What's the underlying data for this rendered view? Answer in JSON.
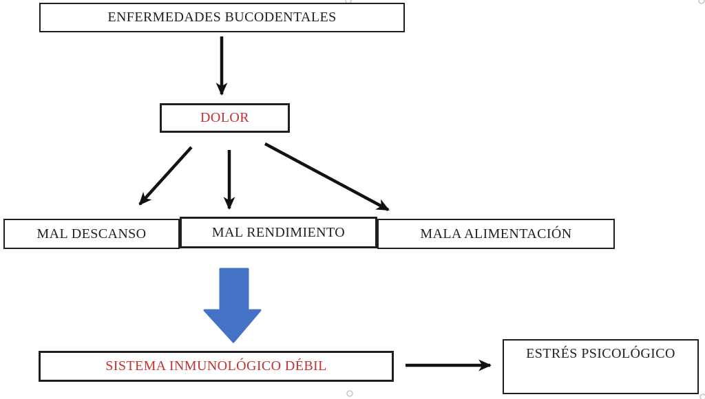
{
  "diagram": {
    "nodes": {
      "enfermedades": {
        "label": "ENFERMEDADES BUCODENTALES"
      },
      "dolor": {
        "label": "DOLOR"
      },
      "mal_descanso": {
        "label": "MAL DESCANSO"
      },
      "mal_rendimiento": {
        "label": "MAL RENDIMIENTO"
      },
      "mala_alimentacion": {
        "label": "MALA ALIMENTACIÓN"
      },
      "sistema_inmunologico": {
        "label": "SISTEMA INMUNOLÓGICO DÉBIL"
      },
      "estres_psicologico": {
        "label": "ESTRÉS PSICOLÓGICO"
      }
    },
    "edges": [
      {
        "from": "enfermedades",
        "to": "dolor",
        "style": "thin-black"
      },
      {
        "from": "dolor",
        "to": "mal_descanso",
        "style": "thin-black"
      },
      {
        "from": "dolor",
        "to": "mal_rendimiento",
        "style": "thin-black"
      },
      {
        "from": "dolor",
        "to": "mala_alimentacion",
        "style": "thin-black"
      },
      {
        "from": "mal_rendimiento",
        "to": "sistema_inmunologico",
        "style": "block-blue"
      },
      {
        "from": "sistema_inmunologico",
        "to": "estres_psicologico",
        "style": "thin-black"
      }
    ],
    "colors": {
      "background": "#ffffff",
      "box_border": "#1f1f1f",
      "black_text": "#1f1f1f",
      "red_text": "#c53030",
      "arrow_black": "#111111",
      "arrow_blue": "#4472c4",
      "handle_gray": "#c4c4c4"
    }
  }
}
